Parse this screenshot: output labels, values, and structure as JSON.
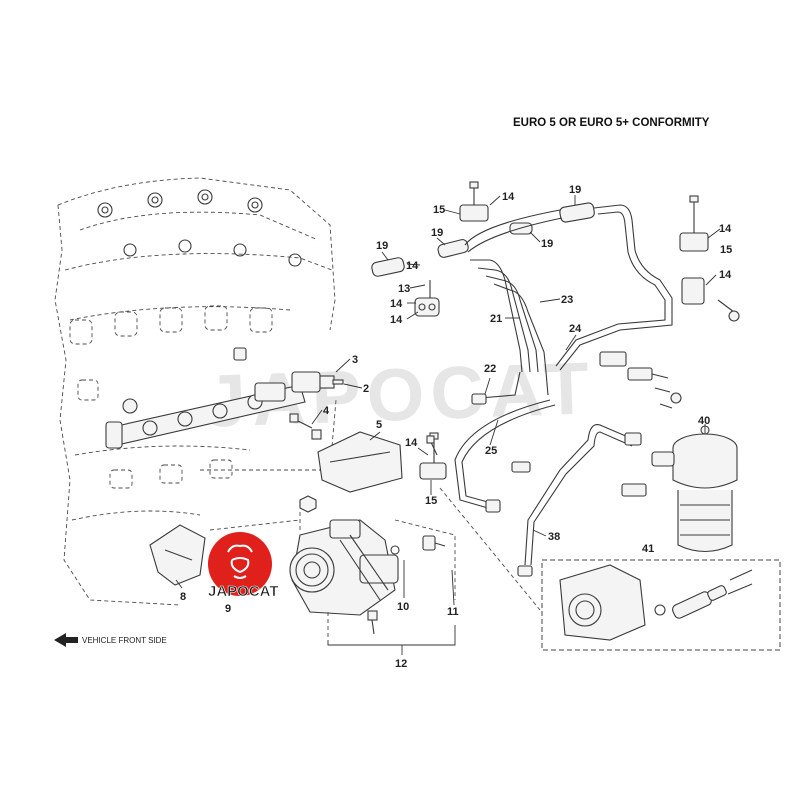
{
  "title": "EURO 5 OR EURO 5+ CONFORMITY",
  "watermark": "JAPOCAT",
  "direction_label": "VEHICLE FRONT SIDE",
  "logo": {
    "text": "JAPOCAT",
    "color": "#e0201b"
  },
  "callouts": [
    {
      "id": "c1",
      "label": "14"
    },
    {
      "id": "c2",
      "label": "15"
    },
    {
      "id": "c3",
      "label": "19"
    },
    {
      "id": "c4",
      "label": "19"
    },
    {
      "id": "c5",
      "label": "19"
    },
    {
      "id": "c6",
      "label": "19"
    },
    {
      "id": "c7",
      "label": "14"
    },
    {
      "id": "c8",
      "label": "15"
    },
    {
      "id": "c9",
      "label": "13"
    },
    {
      "id": "c10",
      "label": "14"
    },
    {
      "id": "c11",
      "label": "14"
    },
    {
      "id": "c12",
      "label": "23"
    },
    {
      "id": "c13",
      "label": "21"
    },
    {
      "id": "c14",
      "label": "24"
    },
    {
      "id": "c15",
      "label": "14"
    },
    {
      "id": "c16",
      "label": "14"
    },
    {
      "id": "c17",
      "label": "3"
    },
    {
      "id": "c18",
      "label": "2"
    },
    {
      "id": "c19",
      "label": "4"
    },
    {
      "id": "c20",
      "label": "22"
    },
    {
      "id": "c21",
      "label": "5"
    },
    {
      "id": "c22",
      "label": "14"
    },
    {
      "id": "c23",
      "label": "15"
    },
    {
      "id": "c24",
      "label": "25"
    },
    {
      "id": "c25",
      "label": "40"
    },
    {
      "id": "c26",
      "label": "38"
    },
    {
      "id": "c27",
      "label": "41"
    },
    {
      "id": "c28",
      "label": "8"
    },
    {
      "id": "c29",
      "label": "9"
    },
    {
      "id": "c30",
      "label": "10"
    },
    {
      "id": "c31",
      "label": "11"
    },
    {
      "id": "c32",
      "label": "12"
    }
  ]
}
